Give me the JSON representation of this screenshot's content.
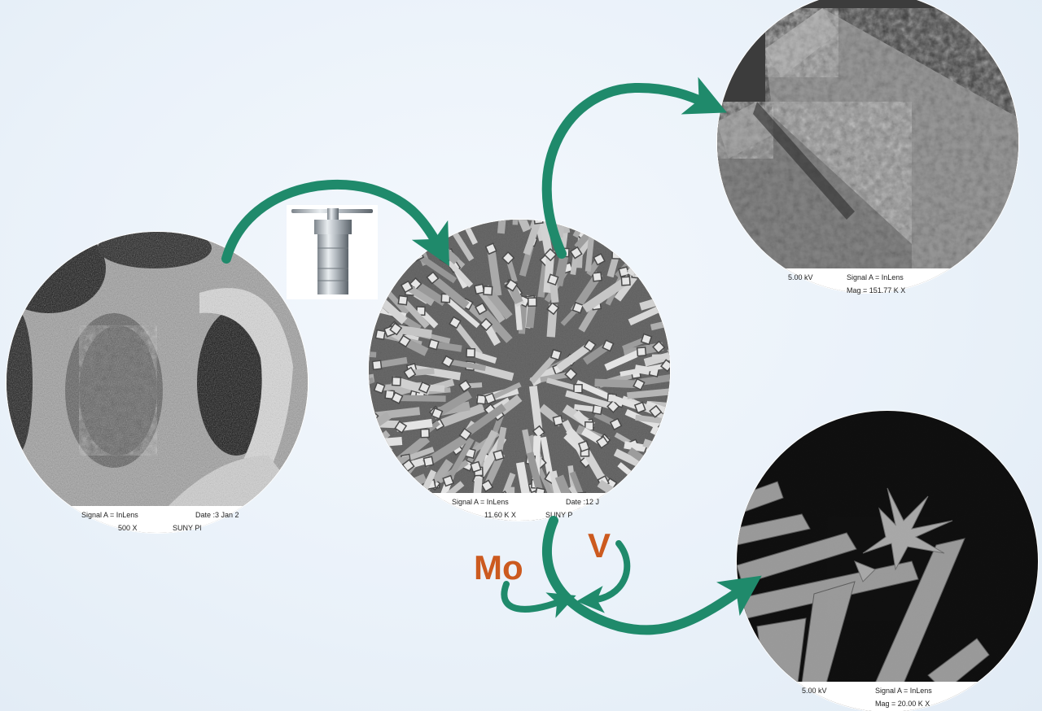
{
  "elements": {
    "mo_label": "Mo",
    "v_label": "V"
  },
  "captions": {
    "foam": {
      "line1_a": "Signal A = InLens",
      "line1_b": "Date :3 Jan 2",
      "line2_a": "500 X",
      "line2_b": "SUNY Pl"
    },
    "nanorods": {
      "line1_a": "Signal A = InLens",
      "line1_b": "Date :12 J",
      "line2_a": "11.60 K X",
      "line2_b": "SUNY P"
    },
    "closeup": {
      "line1_a": "5.00 kV",
      "line1_b": "Signal A = InLens",
      "line2_b": "Mag = 151.77 K X"
    },
    "crystals": {
      "line1_a": "5.00 kV",
      "line1_b": "Signal A = InLens",
      "line2_b": "Mag = 20.00 K X"
    }
  },
  "colors": {
    "arrow": "#1f8a6b",
    "arrow_dark": "#13664f",
    "element_label": "#cc5a1f"
  }
}
